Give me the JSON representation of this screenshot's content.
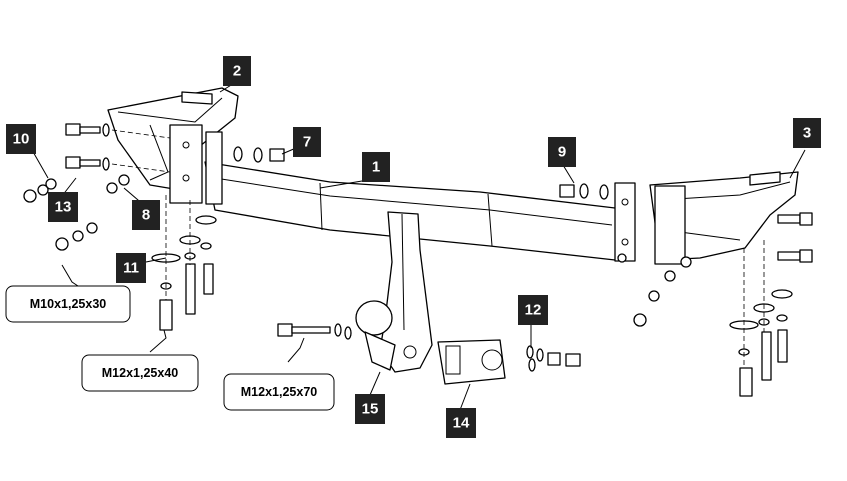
{
  "part_labels": [
    "1",
    "2",
    "3",
    "7",
    "8",
    "9",
    "10",
    "11",
    "12",
    "13",
    "14",
    "15"
  ],
  "specs": {
    "m10": "M10x1,25x30",
    "m12_40": "M12x1,25x40",
    "m12_70": "M12x1,25x70"
  }
}
